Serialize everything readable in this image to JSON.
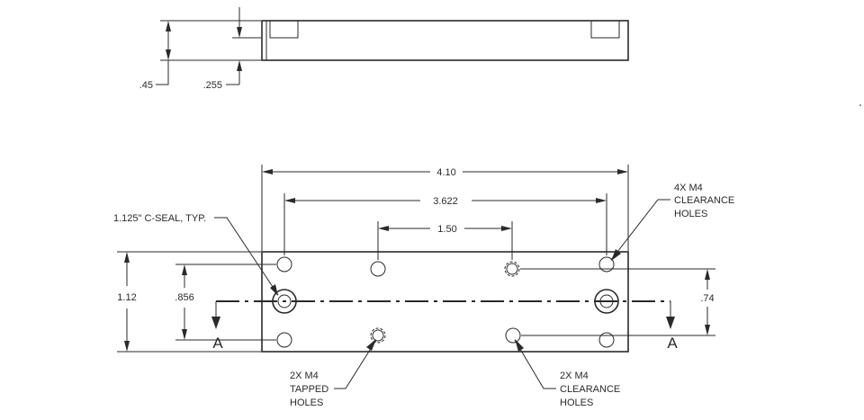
{
  "side_view": {
    "dim_overall": ".45",
    "dim_pocket": ".255"
  },
  "plan_view": {
    "dim_length": "4.10",
    "dim_outer_hole_spacing": "3.622",
    "dim_inner_hole_spacing": "1.50",
    "dim_height": "1.12",
    "dim_outer_row_spacing": ".856",
    "dim_inner_row_spacing": ".74",
    "section_label_left": "A",
    "section_label_right": "A"
  },
  "callouts": {
    "c_seal": "1.125\" C-SEAL, TYP.",
    "clearance_4x": [
      "4X M4",
      "CLEARANCE",
      "HOLES"
    ],
    "tapped_2x": [
      "2X M4",
      "TAPPED",
      "HOLES"
    ],
    "clearance_2x": [
      "2X M4",
      "CLEARANCE",
      "HOLES"
    ]
  }
}
